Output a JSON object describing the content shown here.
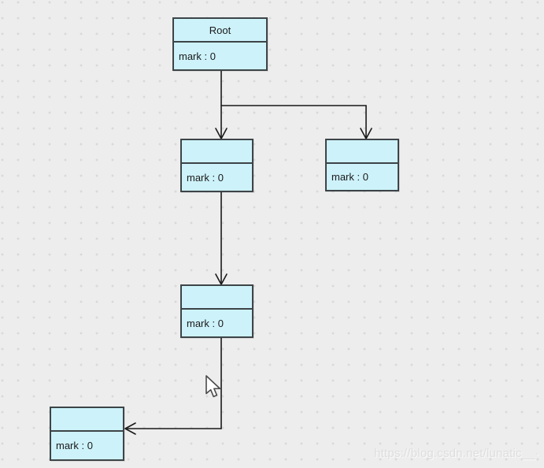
{
  "diagram": {
    "type": "uml-object-tree",
    "nodes": [
      {
        "id": "root",
        "title": "Root",
        "attribute": "mark : 0"
      },
      {
        "id": "child-left",
        "title": "",
        "attribute": "mark : 0"
      },
      {
        "id": "child-right",
        "title": "",
        "attribute": "mark : 0"
      },
      {
        "id": "grandchild",
        "title": "",
        "attribute": "mark : 0"
      },
      {
        "id": "leaf",
        "title": "",
        "attribute": "mark : 0"
      }
    ],
    "edges": [
      {
        "from": "root",
        "to": "child-left",
        "arrow": "open-v-down"
      },
      {
        "from": "root",
        "to": "child-right",
        "arrow": "open-v-down"
      },
      {
        "from": "child-left",
        "to": "grandchild",
        "arrow": "open-v-down"
      },
      {
        "from": "grandchild",
        "to": "leaf",
        "arrow": "open-v-left"
      }
    ]
  },
  "colors": {
    "canvas_background": "#ededed",
    "grid_dot": "#d9d9d9",
    "node_fill": "#cdf2fa",
    "node_border": "#3d4447",
    "connector": "#1a1a1a",
    "text": "#1a1a1a",
    "watermark": "#dedede"
  },
  "watermark": {
    "text": "https://blog.csdn.net/lunatic__·"
  }
}
